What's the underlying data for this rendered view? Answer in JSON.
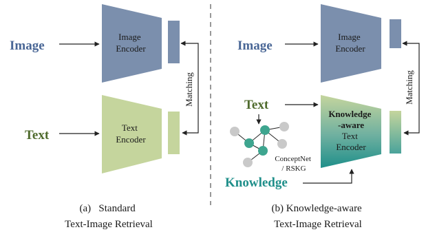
{
  "colors": {
    "image_blue": "#7b8fad",
    "image_label": "#4a6796",
    "text_green": "#c5d59d",
    "text_label": "#4f6b2d",
    "knowledge_teal": "#1f8f8a",
    "node_teal": "#3ea58f",
    "node_gray": "#c9c9c9",
    "divider": "#555555"
  },
  "left": {
    "image_label": "Image",
    "text_label": "Text",
    "image_encoder": [
      "Image",
      "Encoder"
    ],
    "text_encoder": [
      "Text",
      "Encoder"
    ],
    "matching": "Matching",
    "caption": [
      "(a)   Standard",
      "Text-Image Retrieval"
    ]
  },
  "right": {
    "image_label": "Image",
    "text_label": "Text",
    "knowledge_label": "Knowledge",
    "image_encoder": [
      "Image",
      "Encoder"
    ],
    "ka_encoder_bold": [
      "Knowledge",
      "-aware"
    ],
    "ka_encoder_plain": [
      "Text",
      "Encoder"
    ],
    "kg_source": [
      "ConceptNet",
      "/ RSKG"
    ],
    "matching": "Matching",
    "caption": [
      "(b) Knowledge-aware",
      "Text-Image Retrieval"
    ]
  }
}
